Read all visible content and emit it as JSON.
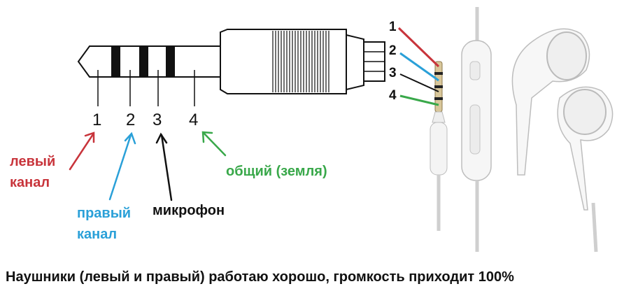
{
  "pin_numbers": [
    "1",
    "2",
    "3",
    "4"
  ],
  "labels": {
    "left_channel": [
      "левый",
      "канал"
    ],
    "right_channel": [
      "правый",
      "канал"
    ],
    "microphone": "микрофон",
    "ground": "общий (земля)"
  },
  "caption": "Наушники (левый и правый) работаю хорошо, громкость  приходит 100%",
  "colors": {
    "left": "#c8343b",
    "right": "#2aa0d8",
    "mic": "#111111",
    "ground": "#39a84a"
  }
}
